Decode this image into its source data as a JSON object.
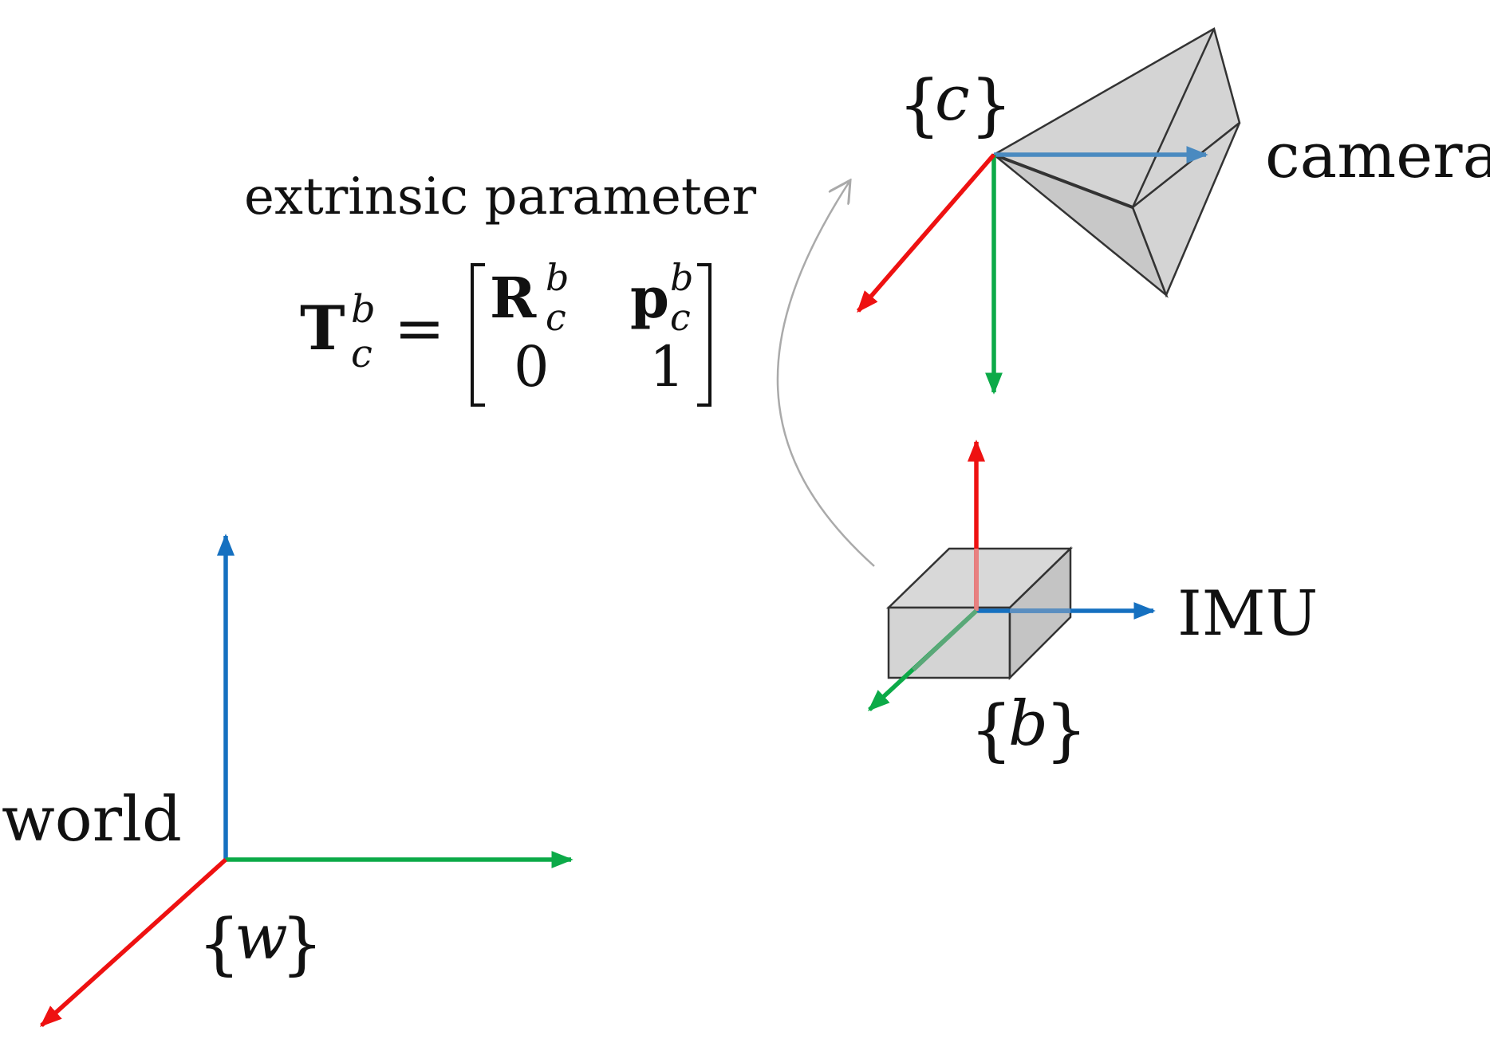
{
  "labels": {
    "world": "world",
    "camera": "camera",
    "imu": "IMU",
    "extrinsic": "extrinsic parameter"
  },
  "frames": {
    "world_brace_open": "{",
    "world_symbol": "w",
    "world_brace_close": "}",
    "camera_brace_open": "{",
    "camera_symbol": "c",
    "camera_brace_close": "}",
    "body_brace_open": "{",
    "body_symbol": "b",
    "body_brace_close": "}"
  },
  "equation": {
    "lhs_symbol": "T",
    "lhs_sup": "b",
    "lhs_sub": "c",
    "equals": "=",
    "r_symbol": "R",
    "r_sup": "b",
    "r_sub": "c",
    "p_symbol": "p",
    "p_sup": "b",
    "p_sub": "c",
    "zero": "0",
    "one": "1"
  },
  "colors": {
    "x_axis": "#ee1111",
    "y_axis": "#0caa48",
    "z_axis": "#1570c0",
    "camera_z_axis": "#4a8ac0",
    "box_fill": "#d4d4d4",
    "outline": "#333333",
    "transform_arrow": "#aaaaaa"
  }
}
